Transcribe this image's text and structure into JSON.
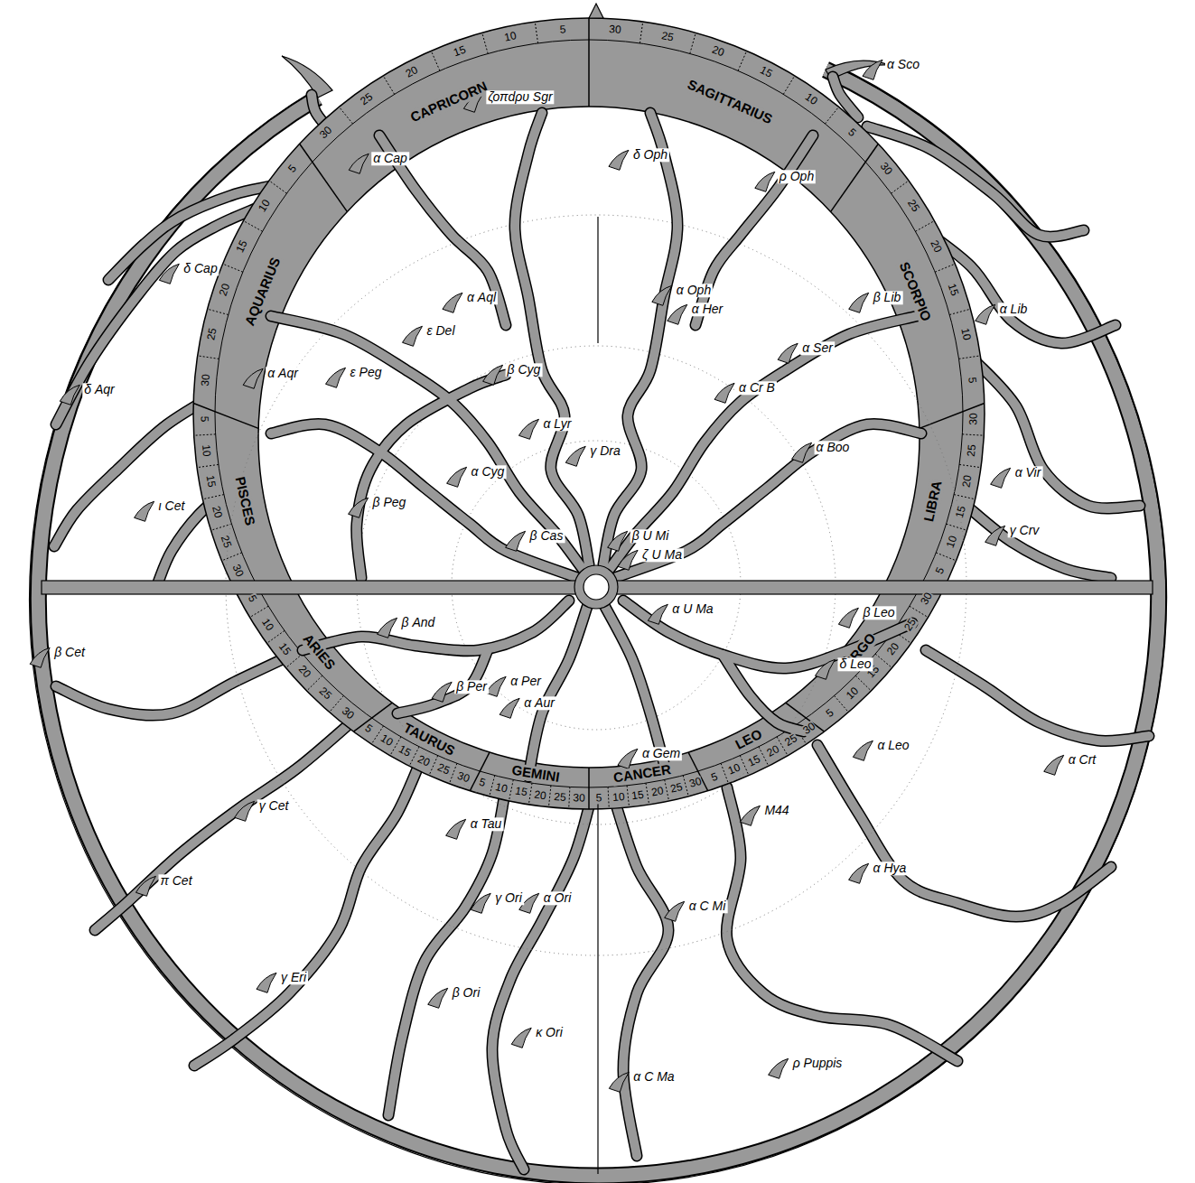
{
  "diagram": {
    "labels": [
      "CAPRICORN",
      "AQUARIUS",
      "PISCES",
      "ARIES",
      "TAURUS",
      "GEMINI",
      "CANCER",
      "LEO",
      "VIRGO",
      "LIBRA",
      "SCORPIO",
      "SAGITTARIUS",
      "5",
      "10",
      "15",
      "20",
      "25",
      "30",
      "5",
      "10",
      "15",
      "20",
      "25",
      "30",
      "5",
      "10",
      "15",
      "20",
      "25",
      "30",
      "5",
      "10",
      "15",
      "20",
      "25",
      "30",
      "5",
      "10",
      "15",
      "20",
      "25",
      "30",
      "5",
      "10",
      "15",
      "20",
      "25",
      "30",
      "5",
      "10",
      "15",
      "20",
      "25",
      "30",
      "5",
      "10",
      "15",
      "20",
      "25",
      "30",
      "5",
      "10",
      "15",
      "20",
      "25",
      "30",
      "5",
      "10",
      "15",
      "20",
      "25",
      "30",
      "5",
      "10",
      "15",
      "20",
      "25",
      "30",
      "5",
      "10",
      "15",
      "20",
      "25",
      "30",
      "α Sco",
      "ζοπdρυ Sgr",
      "δ Oph",
      "α Cap",
      "ρ Oph",
      "δ Cap",
      "α Aql",
      "α Oph",
      "β Lib",
      "α Lib",
      "α Her",
      "ε Del",
      "α Ser",
      "δ Aqr",
      "α Aqr",
      "ε Peg",
      "β Cyg",
      "α Cr B",
      "α Lyr",
      "γ Dra",
      "α Boo",
      "α Vir",
      "α Cyg",
      "β Peg",
      "ι Cet",
      "γ Crv",
      "β Cas",
      "β U Mi",
      "ζ U Ma",
      "α U Ma",
      "β Leo",
      "β And",
      "β Cet",
      "δ Leo",
      "β Per",
      "α Per",
      "α Aur",
      "α Leo",
      "α Gem",
      "α Crt",
      "γ Cet",
      "M44",
      "α Tau",
      "α Hya",
      "π Cet",
      "γ Ori",
      "α Ori",
      "α C Mi",
      "γ Eri",
      "β Ori",
      "κ Ori",
      "α C Ma",
      "ρ Puppis"
    ]
  }
}
